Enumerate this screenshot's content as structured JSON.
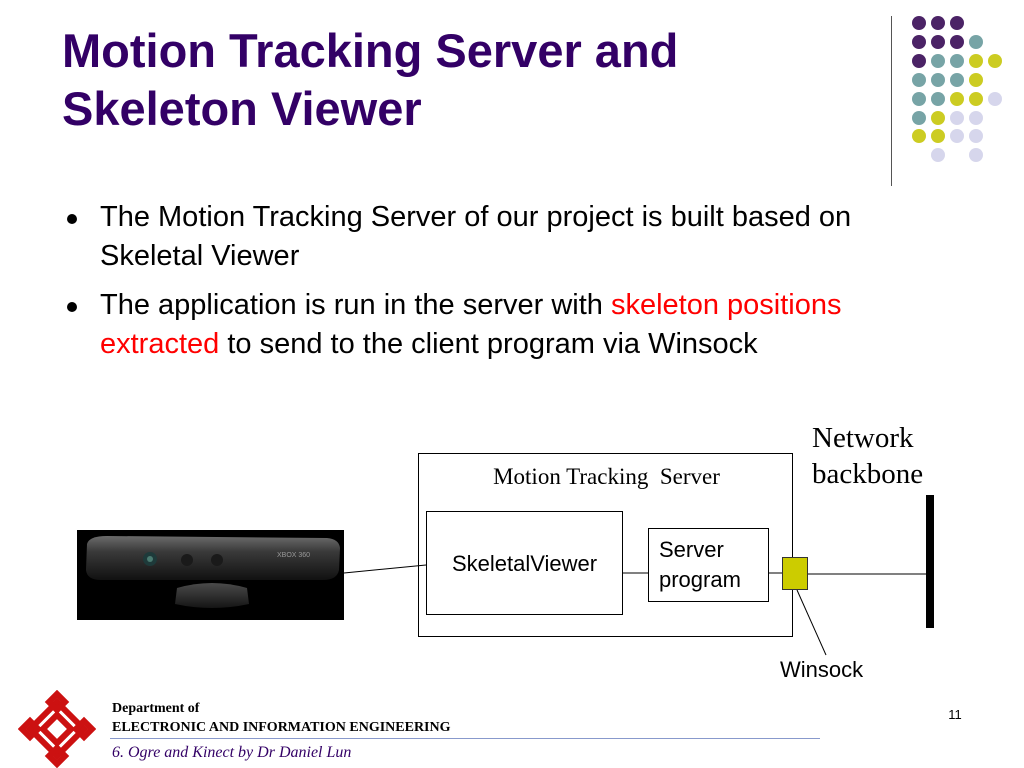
{
  "slide": {
    "title_line1": "Motion Tracking Server and",
    "title_line2": "Skeleton Viewer",
    "bullets": [
      {
        "text": "The Motion Tracking Server of our project is built based on Skeletal Viewer"
      },
      {
        "text_before": "The application is run in the server with ",
        "highlight": "skeleton positions extracted",
        "text_after": " to send to the client program via Winsock"
      }
    ],
    "diagram": {
      "server_label": "Motion Tracking  Server",
      "skeletal_label": "SkeletalViewer",
      "program_label_line1": "Server",
      "program_label_line2": "program",
      "network_label_line1": "Network",
      "network_label_line2": "backbone",
      "winsock_label": "Winsock",
      "device_text": "XBOX 360"
    },
    "footer": {
      "dept_line1": "Department of",
      "dept_line2": "ELECTRONIC AND INFORMATION ENGINEERING",
      "credit": "6. Ogre and Kinect by Dr Daniel Lun",
      "page_number": "11"
    },
    "icons": {
      "logo": "university-logo-icon",
      "bullet": "bullet-dot-icon",
      "decoration": "dot-grid-decoration"
    },
    "colors": {
      "title": "#330066",
      "highlight": "#ff0000",
      "dot_purple": "#4b2366",
      "dot_teal": "#77a4a6",
      "dot_yellow": "#cccc22",
      "dot_lavender": "#d6d6ec",
      "logo_red": "#cc1111"
    }
  }
}
